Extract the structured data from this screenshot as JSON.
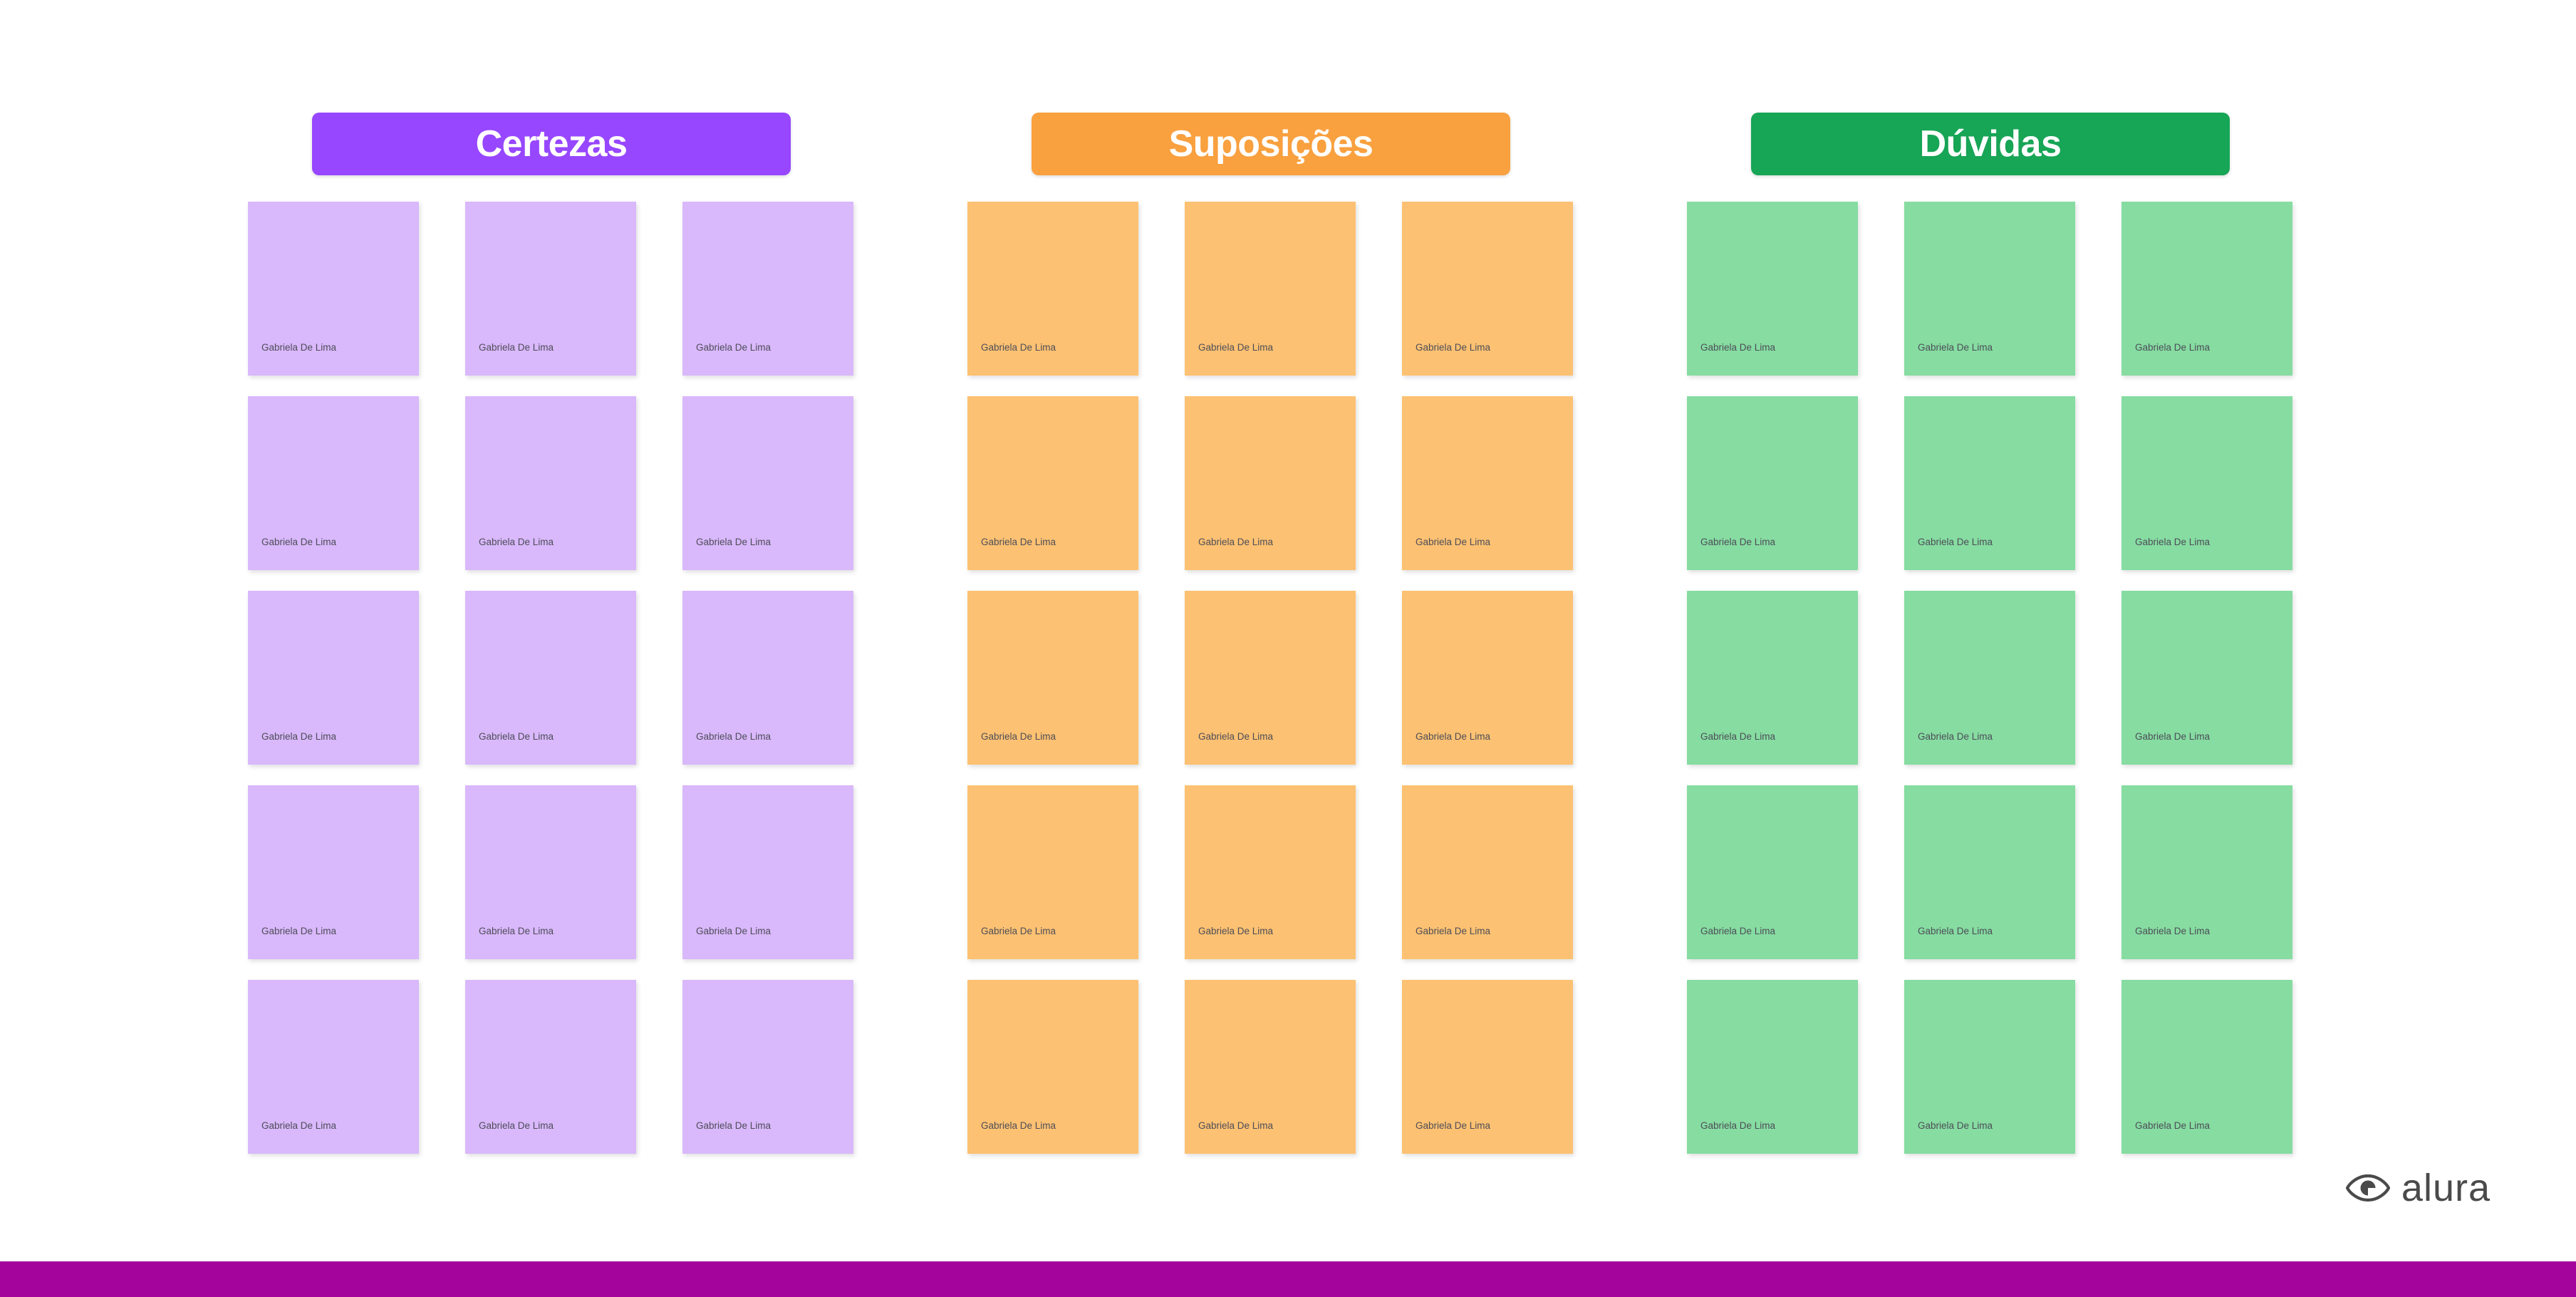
{
  "board": {
    "background_color": "#ffffff",
    "columns": [
      {
        "id": "certezas",
        "title": "Certezas",
        "header_color": "#9747FF",
        "note_color": "#D9B8FB",
        "notes": [
          {
            "author": "Gabriela De Lima"
          },
          {
            "author": "Gabriela De Lima"
          },
          {
            "author": "Gabriela De Lima"
          },
          {
            "author": "Gabriela De Lima"
          },
          {
            "author": "Gabriela De Lima"
          },
          {
            "author": "Gabriela De Lima"
          },
          {
            "author": "Gabriela De Lima"
          },
          {
            "author": "Gabriela De Lima"
          },
          {
            "author": "Gabriela De Lima"
          },
          {
            "author": "Gabriela De Lima"
          },
          {
            "author": "Gabriela De Lima"
          },
          {
            "author": "Gabriela De Lima"
          },
          {
            "author": "Gabriela De Lima"
          },
          {
            "author": "Gabriela De Lima"
          },
          {
            "author": "Gabriela De Lima"
          }
        ]
      },
      {
        "id": "suposicoes",
        "title": "Suposições",
        "header_color": "#F9A03F",
        "note_color": "#FCC униже",
        "notes": [
          {
            "author": "Gabriela De Lima"
          },
          {
            "author": "Gabriela De Lima"
          },
          {
            "author": "Gabriela De Lima"
          },
          {
            "author": "Gabriela De Lima"
          },
          {
            "author": "Gabriela De Lima"
          },
          {
            "author": "Gabriela De Lima"
          },
          {
            "author": "Gabriela De Lima"
          },
          {
            "author": "Gabriela De Lima"
          },
          {
            "author": "Gabriela De Lima"
          },
          {
            "author": "Gabriela De Lima"
          },
          {
            "author": "Gabriela De Lima"
          },
          {
            "author": "Gabriela De Lima"
          },
          {
            "author": "Gabriela De Lima"
          },
          {
            "author": "Gabriela De Lima"
          },
          {
            "author": "Gabriela De Lima"
          }
        ]
      },
      {
        "id": "duvidas",
        "title": "Dúvidas",
        "header_color": "#17A556",
        "note_color": "#86DCA1",
        "notes": [
          {
            "author": "Gabriela De Lima"
          },
          {
            "author": "Gabriela De Lima"
          },
          {
            "author": "Gabriela De Lima"
          },
          {
            "author": "Gabriela De Lima"
          },
          {
            "author": "Gabriela De Lima"
          },
          {
            "author": "Gabriela De Lima"
          },
          {
            "author": "Gabriela De Lima"
          },
          {
            "author": "Gabriela De Lima"
          },
          {
            "author": "Gabriela De Lima"
          },
          {
            "author": "Gabriela De Lima"
          },
          {
            "author": "Gabriela De Lima"
          },
          {
            "author": "Gabriela De Lima"
          },
          {
            "author": "Gabriela De Lima"
          },
          {
            "author": "Gabriela De Lima"
          },
          {
            "author": "Gabriela De Lima"
          }
        ]
      }
    ]
  },
  "brand": {
    "name": "alura",
    "icon": "eye-icon",
    "icon_color": "#4a4a4a"
  },
  "footer": {
    "bar_color": "#A4049C"
  }
}
